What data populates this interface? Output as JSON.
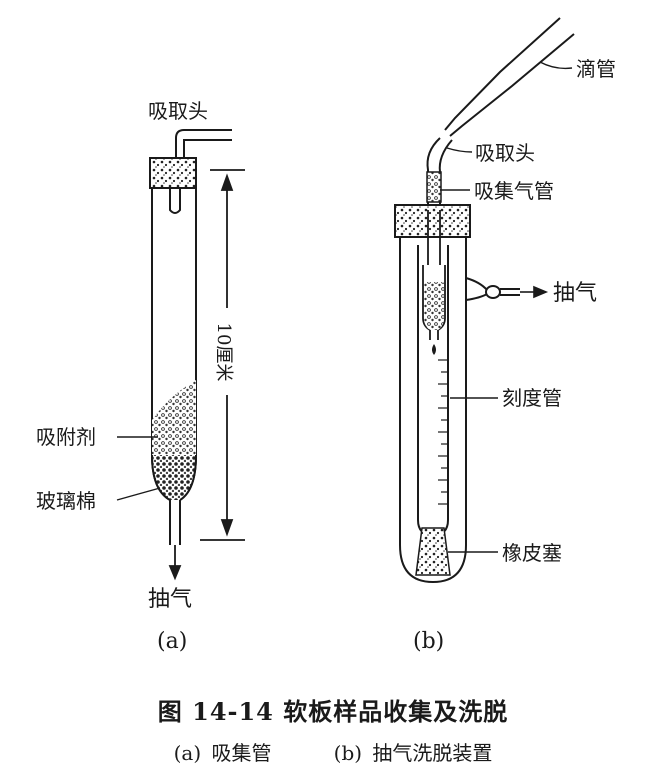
{
  "figure_a": {
    "labels": {
      "suction_head": "吸取头",
      "length": "10厘米",
      "adsorbent": "吸附剂",
      "glass_wool": "玻璃棉",
      "exhaust": "抽气"
    },
    "panel_label": "(a)"
  },
  "figure_b": {
    "labels": {
      "dropper": "滴管",
      "suction_head": "吸取头",
      "collector_tube": "吸集气管",
      "exhaust": "抽气",
      "graduated_tube": "刻度管",
      "rubber_stopper": "橡皮塞"
    },
    "panel_label": "(b)"
  },
  "caption": {
    "title": "图 14-14   软板样品收集及洗脱",
    "sub_a": "(a) 吸集管",
    "sub_b": "(b) 抽气洗脱装置"
  }
}
